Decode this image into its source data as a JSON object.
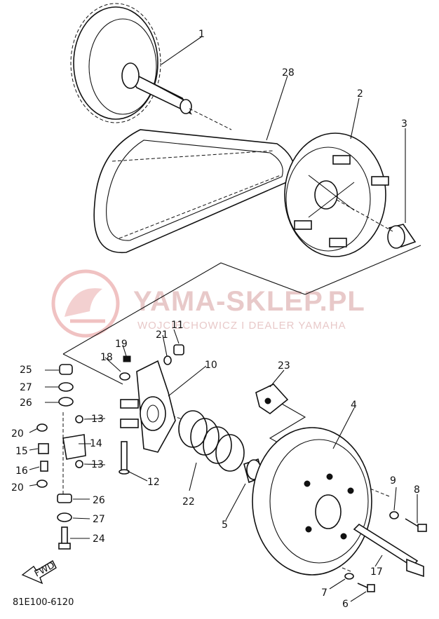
{
  "watermark": {
    "brand": "YAMA-SKLEP.PL",
    "subtitle": "WOJCIECHOWICZ I DEALER YAMAHA",
    "brand_color": "#e8c9c9"
  },
  "diagram_code": "81E100-6120",
  "fwd_label": "FWD",
  "callouts": {
    "c1": "1",
    "c2": "2",
    "c3": "3",
    "c4": "4",
    "c5": "5",
    "c6": "6",
    "c7": "7",
    "c8": "8",
    "c9": "9",
    "c10": "10",
    "c11": "11",
    "c12": "12",
    "c13a": "13",
    "c13b": "13",
    "c14": "14",
    "c15": "15",
    "c16": "16",
    "c17": "17",
    "c18": "18",
    "c19": "19",
    "c20a": "20",
    "c20b": "20",
    "c21": "21",
    "c22": "22",
    "c23": "23",
    "c24": "24",
    "c25": "25",
    "c26a": "26",
    "c26b": "26",
    "c27a": "27",
    "c27b": "27",
    "c28": "28"
  }
}
